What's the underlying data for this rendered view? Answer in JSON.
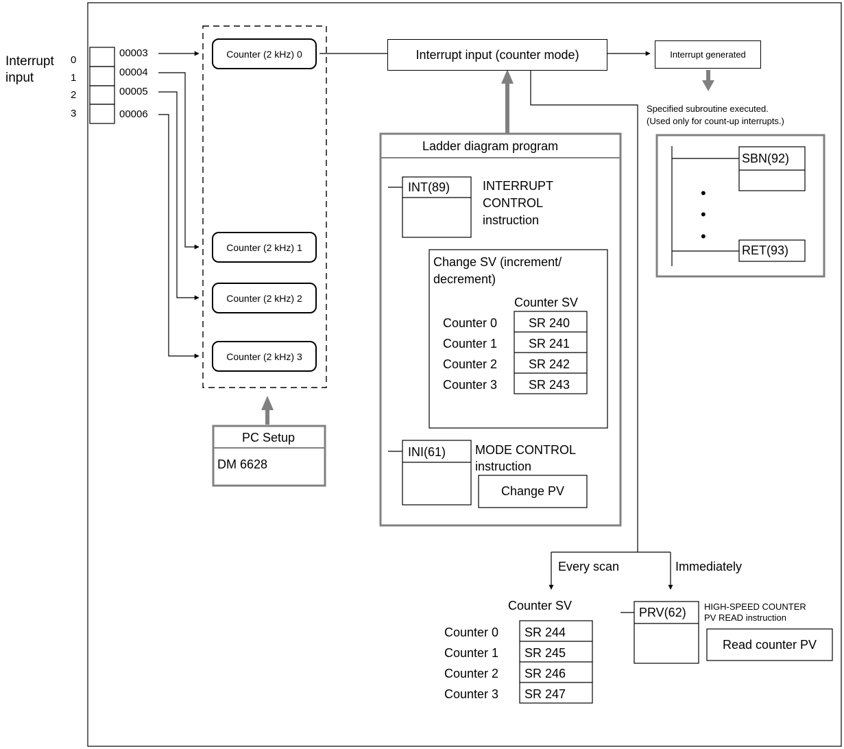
{
  "interrupt_input": {
    "label_line1": "Interrupt",
    "label_line2": "input",
    "numbers": [
      "0",
      "1",
      "2",
      "3"
    ],
    "addresses": [
      "00003",
      "00004",
      "00005",
      "00006"
    ]
  },
  "counters": [
    "Counter (2 kHz) 0",
    "Counter (2 kHz) 1",
    "Counter (2 kHz) 2",
    "Counter (2 kHz) 3"
  ],
  "pc_setup": {
    "title": "PC Setup",
    "value": "DM 6628"
  },
  "interrupt_mode": "Interrupt input (counter mode)",
  "interrupt_generated": "Interrupt generated",
  "subroutine_note": {
    "line1": "Specified subroutine executed.",
    "line2": "(Used only for count-up interrupts.)"
  },
  "subroutine_ladder": {
    "sbn": "SBN(92)",
    "ret": "RET(93)",
    "dots": [
      "•",
      "•",
      "•"
    ]
  },
  "ladder": {
    "title": "Ladder diagram program",
    "int_instr": "INT(89)",
    "int_desc": [
      "INTERRUPT",
      "CONTROL",
      "instruction"
    ],
    "change_sv_title": [
      "Change SV (increment/",
      "decrement)"
    ],
    "sv_header": "Counter SV",
    "sv_rows": [
      {
        "label": "Counter 0",
        "value": "SR 240"
      },
      {
        "label": "Counter 1",
        "value": "SR 241"
      },
      {
        "label": "Counter 2",
        "value": "SR 242"
      },
      {
        "label": "Counter 3",
        "value": "SR 243"
      }
    ],
    "ini_instr": "INI(61)",
    "ini_desc": [
      "MODE CONTROL",
      "instruction"
    ],
    "change_pv": "Change PV"
  },
  "every_scan": "Every scan",
  "immediately": "Immediately",
  "bottom_sv": {
    "header": "Counter SV",
    "rows": [
      {
        "label": "Counter 0",
        "value": "SR 244"
      },
      {
        "label": "Counter 1",
        "value": "SR 245"
      },
      {
        "label": "Counter 2",
        "value": "SR 246"
      },
      {
        "label": "Counter 3",
        "value": "SR 247"
      }
    ]
  },
  "prv": {
    "instr": "PRV(62)",
    "desc": [
      "HIGH-SPEED COUNTER",
      "PV READ instruction"
    ],
    "read": "Read counter PV"
  },
  "colors": {
    "line": "#000000",
    "gray_frame": "#808080",
    "arrow_gray": "#808080"
  }
}
